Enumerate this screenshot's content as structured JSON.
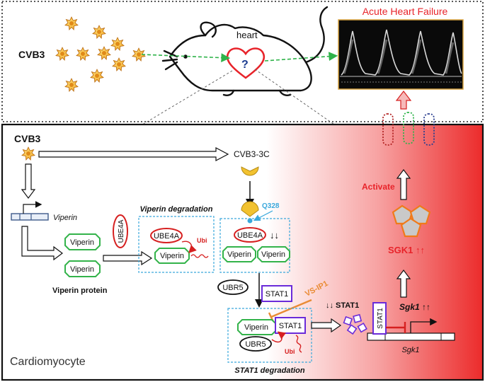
{
  "top": {
    "virus_label": "CVB3",
    "heart_label": "heart",
    "heart_question": "?",
    "outcome_title": "Acute Heart Failure"
  },
  "cell": {
    "label": "Cardiomyocyte",
    "virus_label": "CVB3",
    "protease_label": "CVB3-3C",
    "gene_viperin": "Viperin",
    "viperin_protein_label": "Viperin protein",
    "viperin_degradation_title": "Viperin degradation",
    "stat1_degradation_title": "STAT1 degradation",
    "ube4a": "UBE4A",
    "viperin": "Viperin",
    "ubi": "Ubi",
    "q328": "Q328",
    "ube4a_down": "↓↓",
    "ubr5": "UBR5",
    "stat1": "STAT1",
    "vs_ip1": "VS-IP1",
    "stat1_down": "↓↓ STAT1",
    "sgk1_gene_label": "Sgk1",
    "sgk1_gene_up": "Sgk1 ↑↑",
    "sgk1_protein_up": "SGK1 ↑↑",
    "activate": "Activate"
  },
  "colors": {
    "red_accent": "#e8232a",
    "viperin_green": "#33b34a",
    "stat1_purple": "#6a2bd9",
    "ube4a_red": "#d62020",
    "vs_ip1_orange": "#e98b34",
    "q328_blue": "#3aa8dc",
    "sgk1_orange": "#f07a1a",
    "protease_yellow": "#f2c230"
  }
}
